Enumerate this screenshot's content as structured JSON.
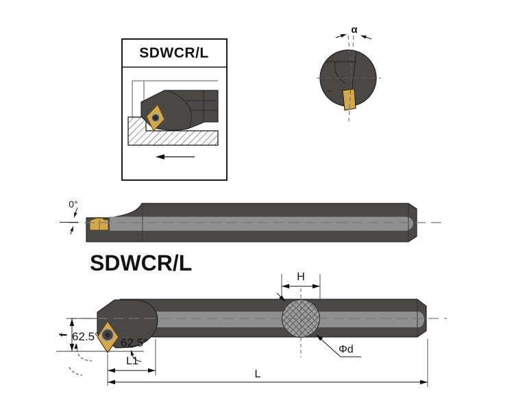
{
  "main_title": "SDWCR/L",
  "inset": {
    "title": "SDWCR/L"
  },
  "section_view": {
    "alpha_label": "α"
  },
  "top_view": {
    "rake_angle_label": "0°"
  },
  "side_view": {
    "dim_H": "H",
    "dim_f": "f",
    "angle_left": "62.5°",
    "angle_right": "62.5°",
    "dim_L1": "L1",
    "dim_L": "L",
    "dim_phi_d": "Φd"
  },
  "colors": {
    "body_dark": "#4A4747",
    "body_band": "#908F8F",
    "body_cap": "#3E3C3B",
    "insert_gold": "#D2A94F",
    "outline": "#262424",
    "line": "#1a1a1a",
    "hatch_fill": "#9C9C9C",
    "background": "#FFFFFF"
  }
}
